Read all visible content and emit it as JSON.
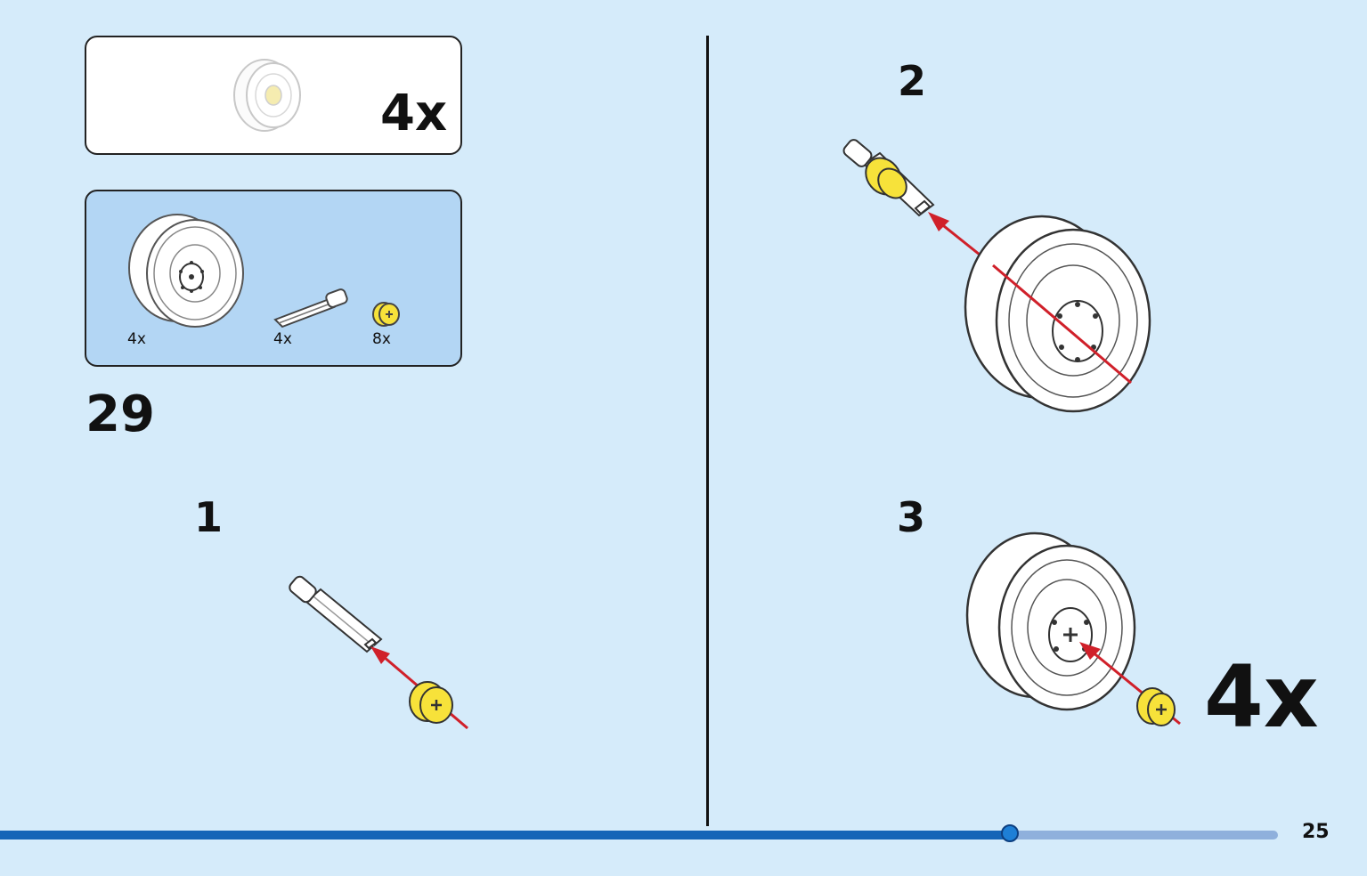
{
  "subassembly_box": {
    "multiplier": "4x"
  },
  "parts_list": {
    "items": [
      {
        "name": "wheel-rim",
        "quantity": "4x"
      },
      {
        "name": "axle-pin",
        "quantity": "4x"
      },
      {
        "name": "bush",
        "quantity": "8x"
      }
    ]
  },
  "step": {
    "number": "29",
    "substeps": [
      {
        "number": "1"
      },
      {
        "number": "2"
      },
      {
        "number": "3",
        "multiplier": "4x"
      }
    ]
  },
  "footer": {
    "page_number": "25",
    "progress_fraction": 0.79
  },
  "colors": {
    "background": "#d5ebfa",
    "parts_box": "#b3d6f4",
    "progress_blue": "#1565b7",
    "progress_light": "#8fb0dc",
    "arrow_red": "#d0202a",
    "part_yellow": "#f7e23a"
  }
}
